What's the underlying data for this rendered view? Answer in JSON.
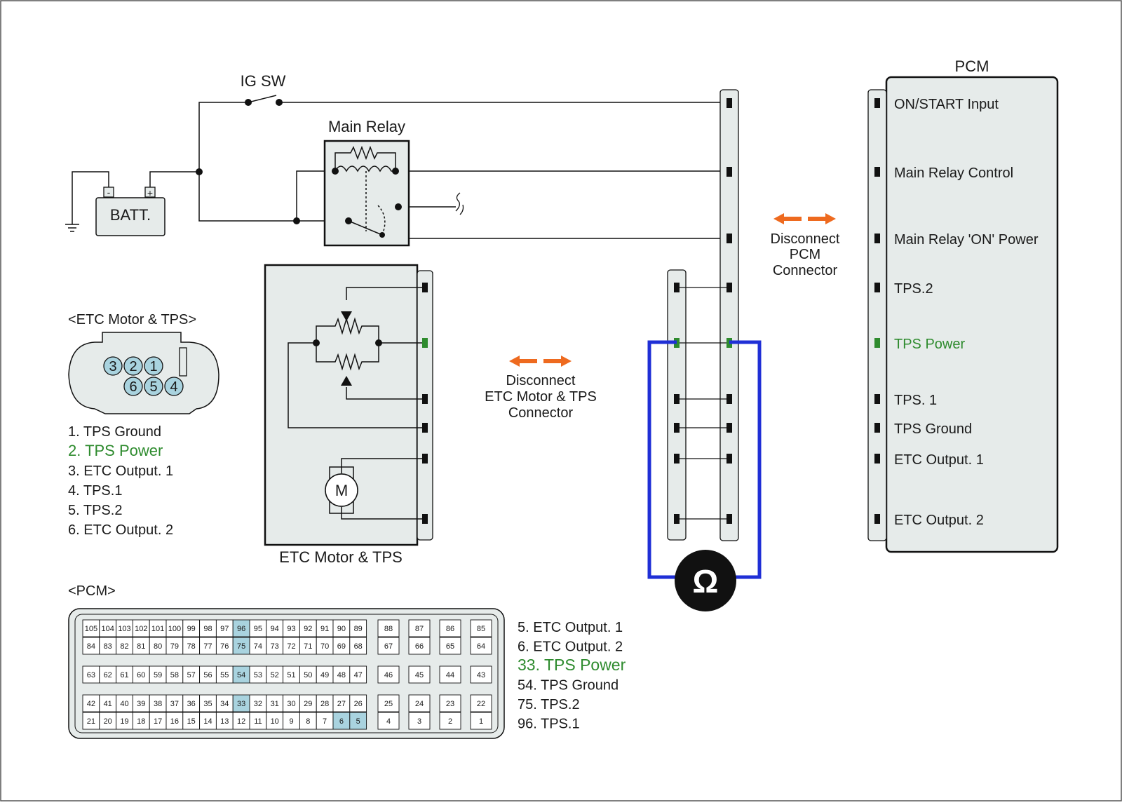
{
  "labels": {
    "ig_sw": "IG SW",
    "main_relay": "Main Relay",
    "batt": "BATT.",
    "batt_neg": "-",
    "batt_pos": "+",
    "pcm_title": "PCM",
    "etc_tps_title": "ETC Motor & TPS",
    "motor": "M",
    "ohm": "Ω",
    "etc_connector_header": "<ETC Motor & TPS>",
    "pcm_connector_header": "<PCM>"
  },
  "pcm_pins": [
    {
      "label": "ON/START Input",
      "highlight": false
    },
    {
      "label": "Main Relay Control",
      "highlight": false
    },
    {
      "label": "Main Relay 'ON' Power",
      "highlight": false
    },
    {
      "label": "TPS.2",
      "highlight": false
    },
    {
      "label": "TPS Power",
      "highlight": true
    },
    {
      "label": "TPS. 1",
      "highlight": false
    },
    {
      "label": "TPS Ground",
      "highlight": false
    },
    {
      "label": "ETC Output. 1",
      "highlight": false
    },
    {
      "label": "ETC Output. 2",
      "highlight": false
    }
  ],
  "disconnect_pcm": [
    "Disconnect",
    "PCM",
    "Connector"
  ],
  "disconnect_etc": [
    "Disconnect",
    "ETC Motor & TPS",
    "Connector"
  ],
  "etc_connector_pins": [
    "3",
    "2",
    "1",
    "6",
    "5",
    "4"
  ],
  "etc_legend": [
    {
      "text": "1. TPS Ground",
      "highlight": false
    },
    {
      "text": "2. TPS Power",
      "highlight": true
    },
    {
      "text": "3. ETC Output. 1",
      "highlight": false
    },
    {
      "text": "4. TPS.1",
      "highlight": false
    },
    {
      "text": "5. TPS.2",
      "highlight": false
    },
    {
      "text": "6. ETC Output. 2",
      "highlight": false
    }
  ],
  "pcm_legend": [
    {
      "text": "5. ETC Output. 1",
      "highlight": false
    },
    {
      "text": "6. ETC Output. 2",
      "highlight": false
    },
    {
      "text": "33. TPS Power",
      "highlight": true
    },
    {
      "text": "54. TPS Ground",
      "highlight": false
    },
    {
      "text": "75. TPS.2",
      "highlight": false
    },
    {
      "text": "96. TPS.1",
      "highlight": false
    }
  ],
  "pcm_connector": {
    "left_rows": [
      [
        "105",
        "104",
        "103",
        "102",
        "101",
        "100",
        "99",
        "98",
        "97",
        "96",
        "95",
        "94",
        "93",
        "92",
        "91",
        "90",
        "89"
      ],
      [
        "84",
        "83",
        "82",
        "81",
        "80",
        "79",
        "78",
        "77",
        "76",
        "75",
        "74",
        "73",
        "72",
        "71",
        "70",
        "69",
        "68"
      ],
      [
        "63",
        "62",
        "61",
        "60",
        "59",
        "58",
        "57",
        "56",
        "55",
        "54",
        "53",
        "52",
        "51",
        "50",
        "49",
        "48",
        "47"
      ],
      [
        "42",
        "41",
        "40",
        "39",
        "38",
        "37",
        "36",
        "35",
        "34",
        "33",
        "32",
        "31",
        "30",
        "29",
        "28",
        "27",
        "26"
      ],
      [
        "21",
        "20",
        "19",
        "18",
        "17",
        "16",
        "15",
        "14",
        "13",
        "12",
        "11",
        "10",
        "9",
        "8",
        "7",
        "6",
        "5"
      ]
    ],
    "right_rows": [
      [
        "88",
        "87",
        "86",
        "85"
      ],
      [
        "67",
        "66",
        "65",
        "64"
      ],
      [
        "46",
        "45",
        "44",
        "43"
      ],
      [
        "25",
        "24",
        "23",
        "22"
      ],
      [
        "4",
        "3",
        "2",
        "1"
      ]
    ],
    "highlighted": [
      "96",
      "75",
      "54",
      "33",
      "6",
      "5"
    ]
  },
  "colors": {
    "highlight_text": "#2e8b2e",
    "highlight_cell": "#a9d3df",
    "arrow": "#ee6a1f",
    "meter_lead": "#1f2fd6",
    "panel": "#e6ebea"
  }
}
